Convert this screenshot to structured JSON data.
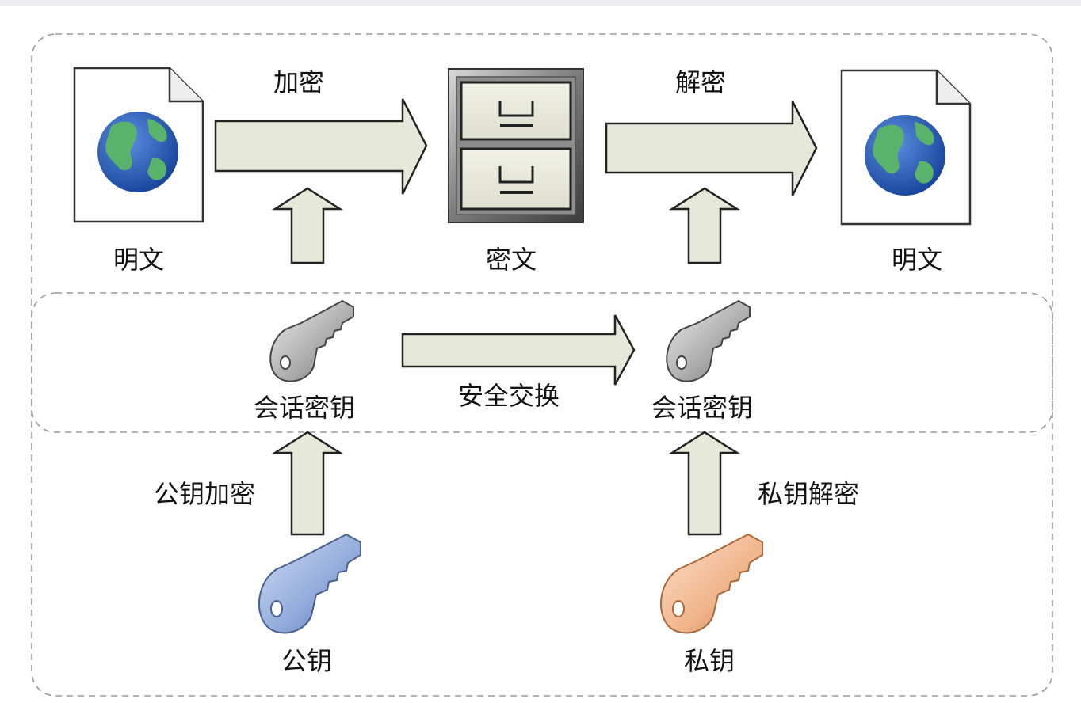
{
  "diagram": {
    "labels": {
      "encrypt": "加密",
      "decrypt": "解密",
      "plaintext_left": "明文",
      "ciphertext": "密文",
      "plaintext_right": "明文",
      "session_key_left": "会话密钥",
      "secure_exchange": "安全交换",
      "session_key_right": "会话密钥",
      "public_key_encrypt": "公钥加密",
      "private_key_decrypt": "私钥解密",
      "public_key": "公钥",
      "private_key": "私钥"
    },
    "colors": {
      "arrow_fill": "#e6e9d9",
      "arrow_stroke": "#222222",
      "public_key": "#8ea9da",
      "private_key": "#f0b48a",
      "session_key": "#b9b9b9",
      "globe_ocean": "#2b62b8",
      "globe_land": "#59b36a",
      "dashed_border": "#9a9a9a"
    },
    "icons": [
      "document-globe-icon",
      "cabinet-icon",
      "key-icon"
    ]
  }
}
